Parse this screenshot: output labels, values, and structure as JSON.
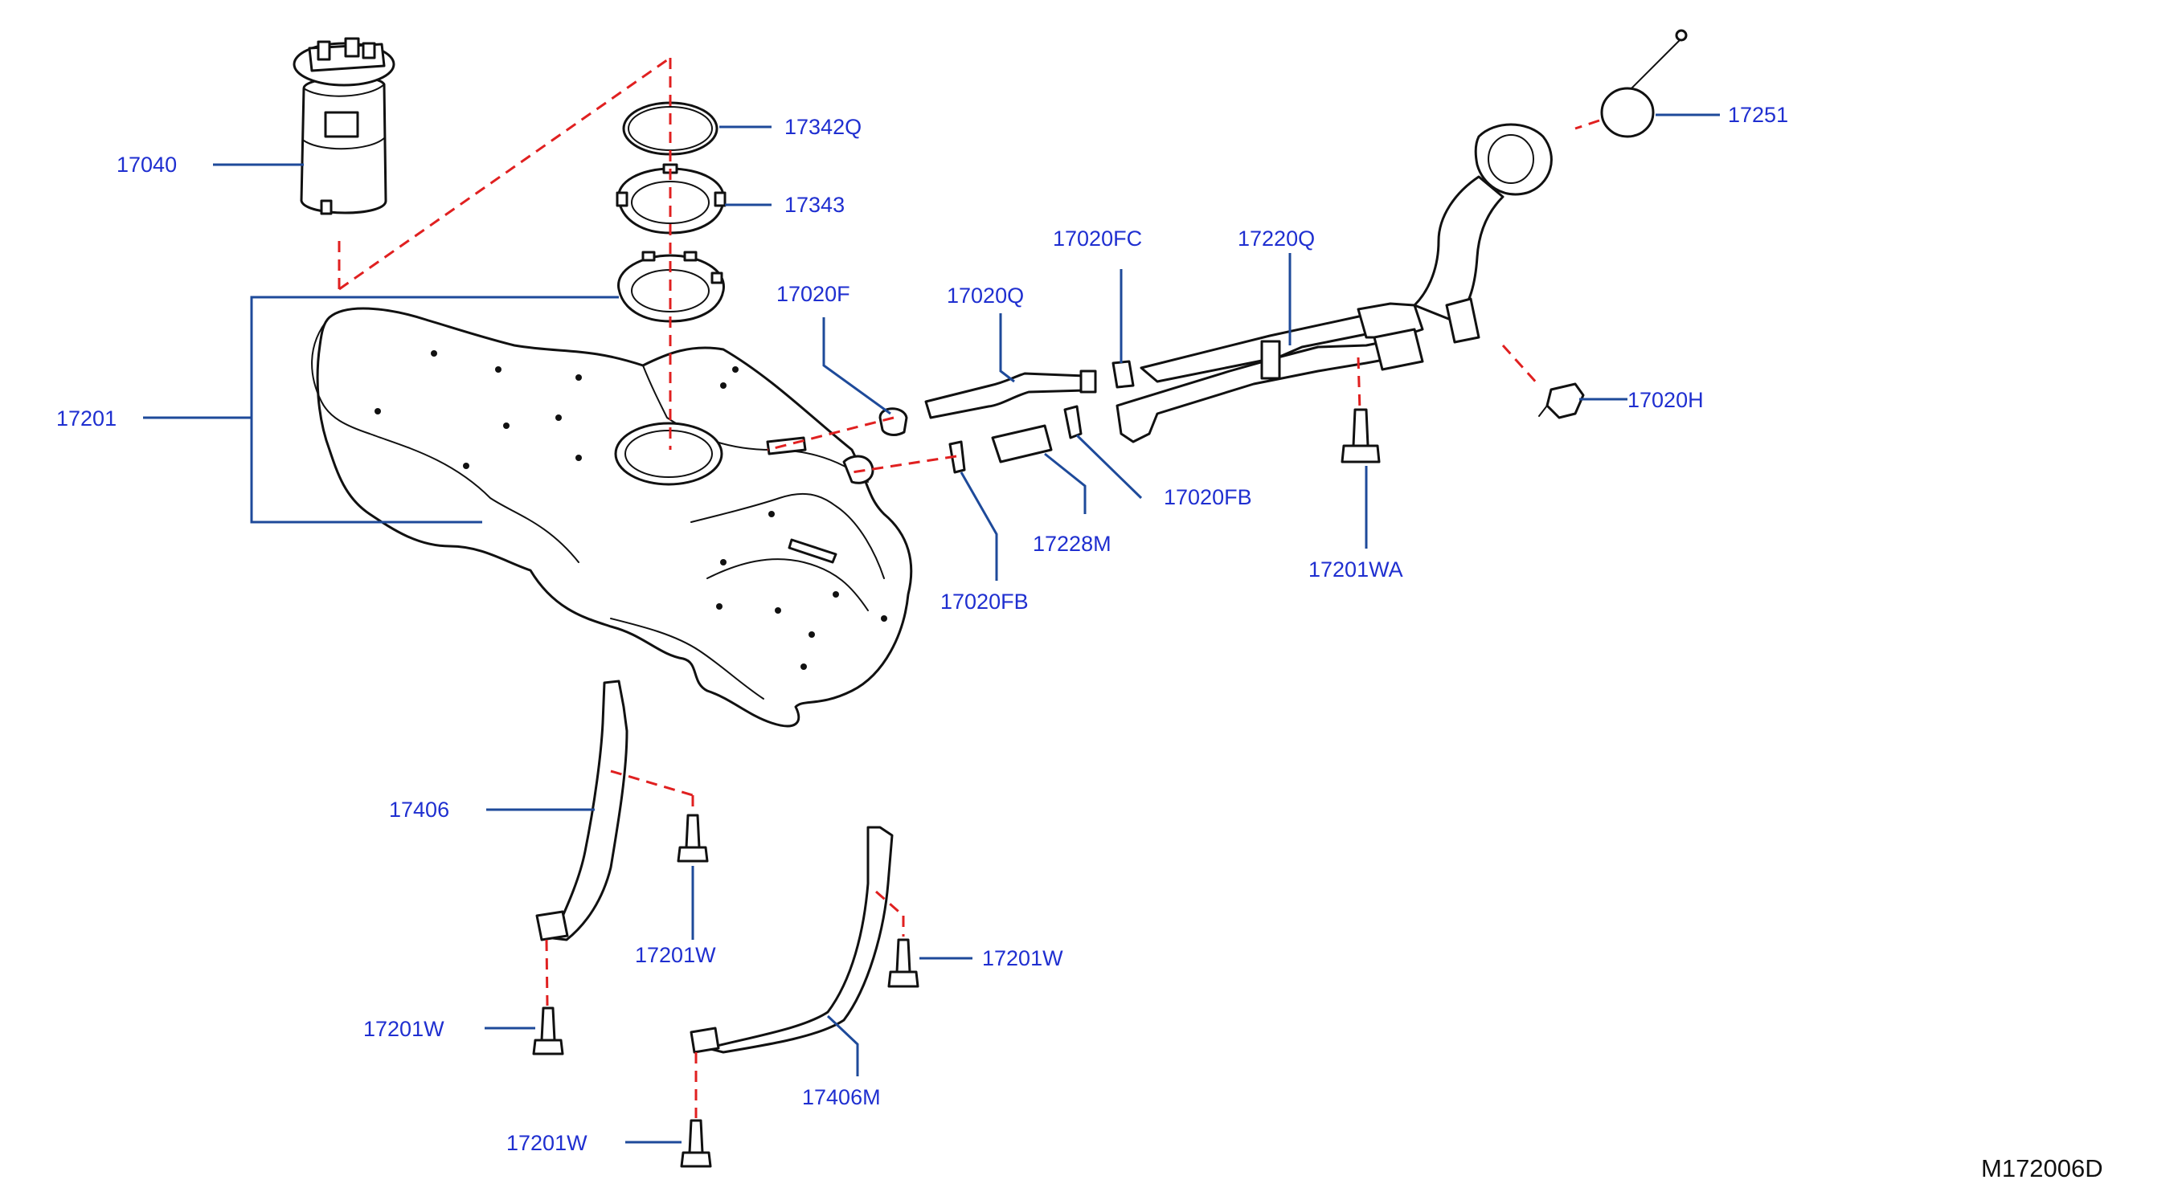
{
  "diagram": {
    "code": "M172006D",
    "colors": {
      "label": "#1f2fd0",
      "leader": "#1e4a9a",
      "assembly_line": "#e02020",
      "part_outline": "#111111"
    },
    "labels": {
      "p17040": "17040",
      "p17342q": "17342Q",
      "p17343": "17343",
      "p17201": "17201",
      "p17020f": "17020F",
      "p17020q": "17020Q",
      "p17020fc": "17020FC",
      "p17220q": "17220Q",
      "p17251": "17251",
      "p17020h": "17020H",
      "p17020fb_upper": "17020FB",
      "p17228m": "17228M",
      "p17020fb_lower": "17020FB",
      "p17201wa": "17201WA",
      "p17406": "17406",
      "p17201w_a": "17201W",
      "p17201w_b": "17201W",
      "p17201w_c": "17201W",
      "p17406m": "17406M",
      "p17201w_d": "17201W"
    }
  }
}
